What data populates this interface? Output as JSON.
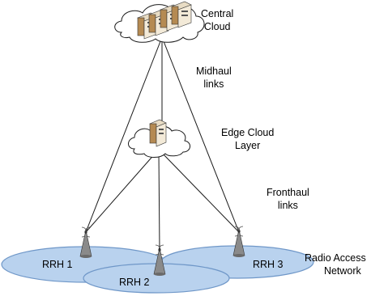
{
  "labels": {
    "central_cloud": [
      "Central",
      "Cloud"
    ],
    "midhaul": [
      "Midhaul",
      "links"
    ],
    "edge_cloud": [
      "Edge Cloud",
      "Layer"
    ],
    "fronthaul": [
      "Fronthaul",
      "links"
    ],
    "ran": [
      "Radio Access",
      "Network"
    ]
  },
  "cells": {
    "rrh1": "RRH 1",
    "rrh2": "RRH 2",
    "rrh3": "RRH 3"
  },
  "colors": {
    "cell_fill": "#b9d2ee",
    "cell_stroke": "#6f97c8",
    "link": "#1a1a1a",
    "tower_fill": "#8a8a8a",
    "server_face": "#f3ead8",
    "server_side": "#b58a52"
  },
  "icons": [
    "cloud-icon",
    "server-icon",
    "antenna-tower-icon"
  ]
}
